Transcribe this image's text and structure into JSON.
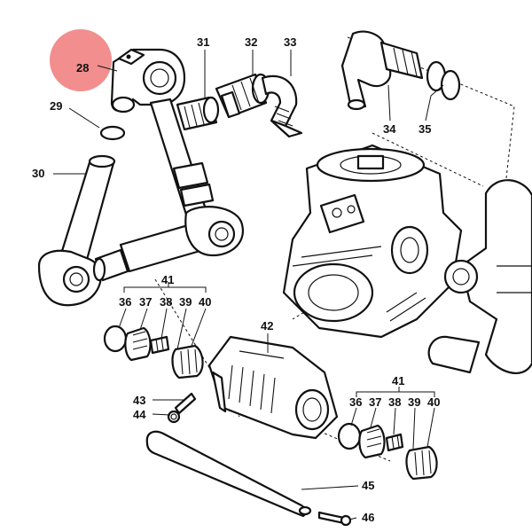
{
  "highlight": {
    "color": "#f07a7a",
    "target": "28"
  },
  "labels": {
    "p28": "28",
    "p29": "29",
    "p30": "30",
    "p31": "31",
    "p32": "32",
    "p33": "33",
    "p34": "34",
    "p35": "35",
    "g1_41": "41",
    "g1_36": "36",
    "g1_37": "37",
    "g1_38": "38",
    "g1_39": "39",
    "g1_40": "40",
    "p42": "42",
    "p43": "43",
    "p44": "44",
    "g2_41": "41",
    "g2_36": "36",
    "g2_37": "37",
    "g2_38": "38",
    "g2_39": "39",
    "g2_40": "40",
    "p45": "45",
    "p46": "46"
  },
  "icons": [
    "manifold-elbow",
    "o-ring",
    "suction-tube",
    "fitting-nut",
    "hose-elbow",
    "hose-barb",
    "valve-assembly",
    "pump-housing",
    "valve-cover",
    "bolt",
    "retaining-pin",
    "bracket"
  ]
}
